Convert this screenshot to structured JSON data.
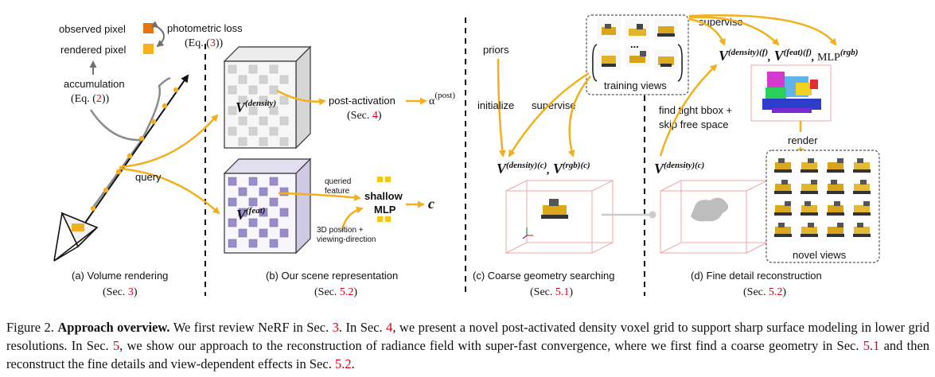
{
  "panel_a": {
    "observed": "observed pixel",
    "rendered": "rendered pixel",
    "photometric": "photometric loss",
    "photometric_eq_pre": "(Eq. (",
    "photometric_eq_num": "3",
    "photometric_eq_post": "))",
    "accumulation": "accumulation",
    "accum_eq_pre": "(Eq. (",
    "accum_eq_num": "2",
    "accum_eq_post": "))",
    "query": "query",
    "title": "(a) Volume rendering",
    "sec_pre": "(Sec. ",
    "sec_num": "3",
    "sec_post": ")"
  },
  "panel_b": {
    "density_letter": "V",
    "density_sup": "(density)",
    "feat_letter": "V",
    "feat_sup": "(feat)",
    "post_activation": "post-activation",
    "post_sec_pre": "(Sec. ",
    "post_sec_num": "4",
    "post_sec_post": ")",
    "alpha": "α",
    "alpha_sup": "(post)",
    "queried_1": "queried",
    "queried_2": "feature",
    "position_1": "3D position +",
    "position_2": "viewing-direction",
    "shallow": "shallow",
    "mlp": "MLP",
    "c": "c",
    "title": "(b) Our scene representation",
    "sec_pre": "(Sec. ",
    "sec_num": "5.2",
    "sec_post": ")"
  },
  "panel_c": {
    "priors": "priors",
    "initialize": "initialize",
    "supervise": "supervise",
    "vd_letter": "V",
    "vd_sup": "(density)(c)",
    "comma": ",",
    "vr_letter": "V",
    "vr_sup": "(rgb)(c)",
    "title": "(c) Coarse geometry searching",
    "sec_pre": "(Sec. ",
    "sec_num": "5.1",
    "sec_post": ")"
  },
  "center": {
    "training_views": "training views",
    "ellipsis": "..."
  },
  "panel_d": {
    "supervise": "supervise",
    "find_1": "find tight bbox +",
    "find_2": "skip free space",
    "vd_letter": "V",
    "vd_sup": "(density)(c)",
    "f1_letter": "V",
    "f1_sup": "(density)(f)",
    "f2_letter": "V",
    "f2_sup": "(feat)(f)",
    "mlp": "MLP",
    "mlp_sup": "(rgb)",
    "render": "render",
    "novel_views": "novel views",
    "title": "(d) Fine detail reconstruction",
    "sec_pre": "(Sec. ",
    "sec_num": "5.2",
    "sec_post": ")"
  },
  "caption": {
    "lead": "Figure 2.",
    "bold": "Approach overview.",
    "s1": "We first review NeRF in Sec.",
    "r1": "3",
    "s2": ". In Sec.",
    "r2": "4",
    "s3": ", we present a novel post-activated density voxel grid to support sharp surface modeling in lower grid resolutions. In Sec.",
    "r3": "5",
    "s4": ", we show our approach to the reconstruction of radiance field with super-fast convergence, where we first find a coarse geometry in Sec.",
    "r4": "5.1",
    "s5": "and then reconstruct the fine details and view-dependent effects in Sec.",
    "r5": "5.2",
    "s6": "."
  },
  "colors": {
    "arrow": "#f2b01e",
    "observed": "#e6730f",
    "rendered": "#f7b21a",
    "mlp_squares": "#f5c518",
    "grey_arrow": "#707070",
    "link": "#d4001a"
  }
}
